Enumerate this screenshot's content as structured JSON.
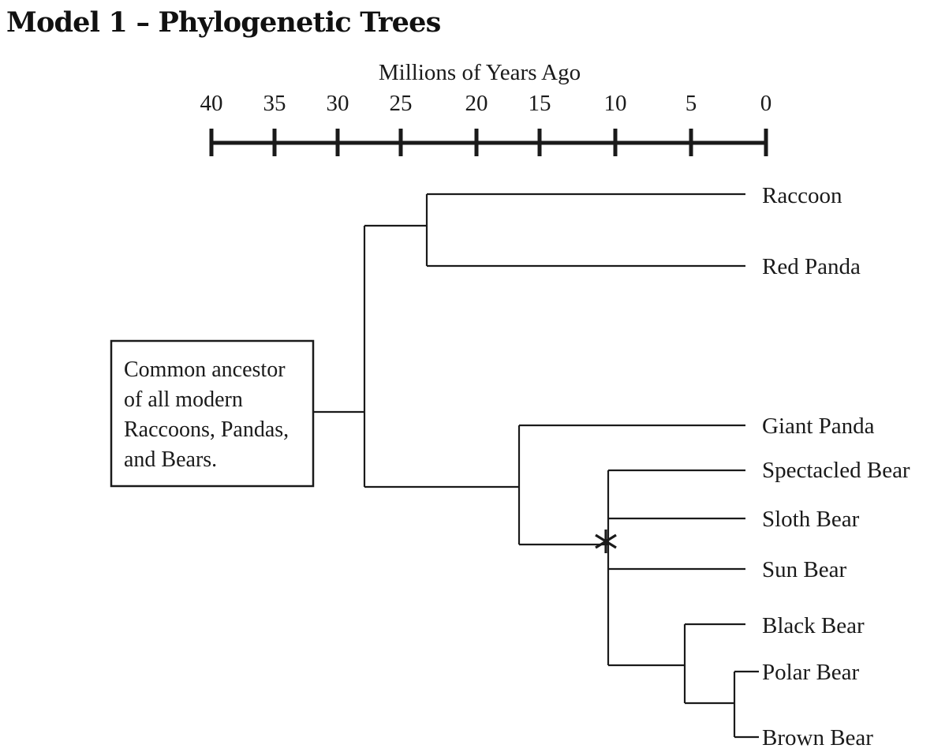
{
  "title": "Model 1 – Phylogenetic Trees",
  "axis": {
    "title": "Millions of Years Ago",
    "ticks": [
      "40",
      "35",
      "30",
      "25",
      "20",
      "15",
      "10",
      "5",
      "0"
    ]
  },
  "ancestor": {
    "lines": [
      "Common ancestor",
      "of all modern",
      "Raccoons, Pandas,",
      "and Bears."
    ]
  },
  "leaves": [
    "Raccoon",
    "Red Panda",
    "Giant Panda",
    "Spectacled Bear",
    "Sloth Bear",
    "Sun Bear",
    "Black Bear",
    "Polar Bear",
    "Brown Bear"
  ],
  "event_marker": {
    "icon": "asterisk-icon"
  }
}
